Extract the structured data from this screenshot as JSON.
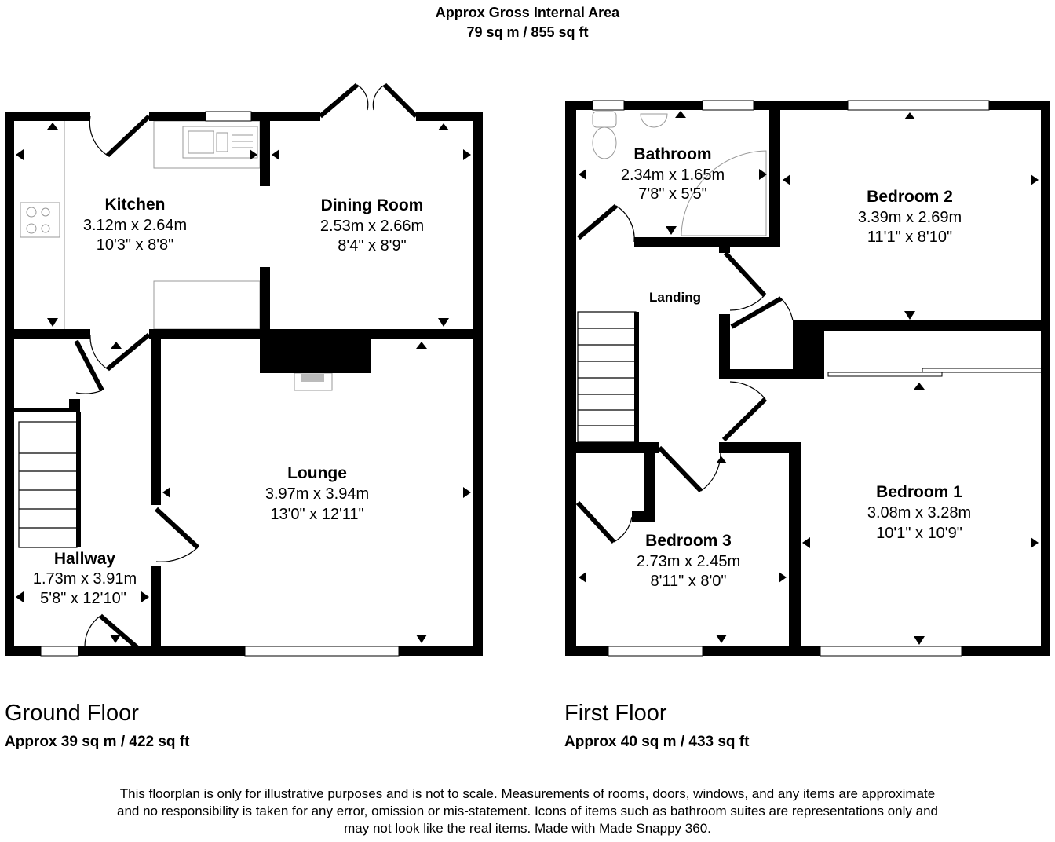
{
  "header": {
    "title": "Approx Gross Internal Area",
    "area": "79 sq m / 855 sq ft"
  },
  "ground_floor": {
    "label": "Ground Floor",
    "area": "Approx 39 sq m / 422 sq ft",
    "rooms": [
      {
        "name": "Kitchen",
        "metric": "3.12m x 2.64m",
        "imperial": "10'3\" x 8'8\""
      },
      {
        "name": "Dining Room",
        "metric": "2.53m x 2.66m",
        "imperial": "8'4\" x 8'9\""
      },
      {
        "name": "Lounge",
        "metric": "3.97m x 3.94m",
        "imperial": "13'0\" x 12'11\""
      },
      {
        "name": "Hallway",
        "metric": "1.73m x 3.91m",
        "imperial": "5'8\" x 12'10\""
      }
    ]
  },
  "first_floor": {
    "label": "First Floor",
    "area": "Approx 40 sq m / 433 sq ft",
    "rooms": [
      {
        "name": "Bathroom",
        "metric": "2.34m x 1.65m",
        "imperial": "7'8\" x 5'5\""
      },
      {
        "name": "Bedroom 2",
        "metric": "3.39m x 2.69m",
        "imperial": "11'1\" x 8'10\""
      },
      {
        "name": "Landing"
      },
      {
        "name": "Bedroom 1",
        "metric": "3.08m x 3.28m",
        "imperial": "10'1\" x 10'9\""
      },
      {
        "name": "Bedroom 3",
        "metric": "2.73m x 2.45m",
        "imperial": "8'11\" x 8'0\""
      }
    ]
  },
  "disclaimer": [
    "This floorplan is only for illustrative purposes and is not to scale. Measurements of rooms, doors, windows, and any items are approximate",
    "and no responsibility is taken for any error, omission or mis-statement. Icons of items such as bathroom suites are representations only and",
    "may not look like the real items. Made with Made Snappy 360."
  ]
}
